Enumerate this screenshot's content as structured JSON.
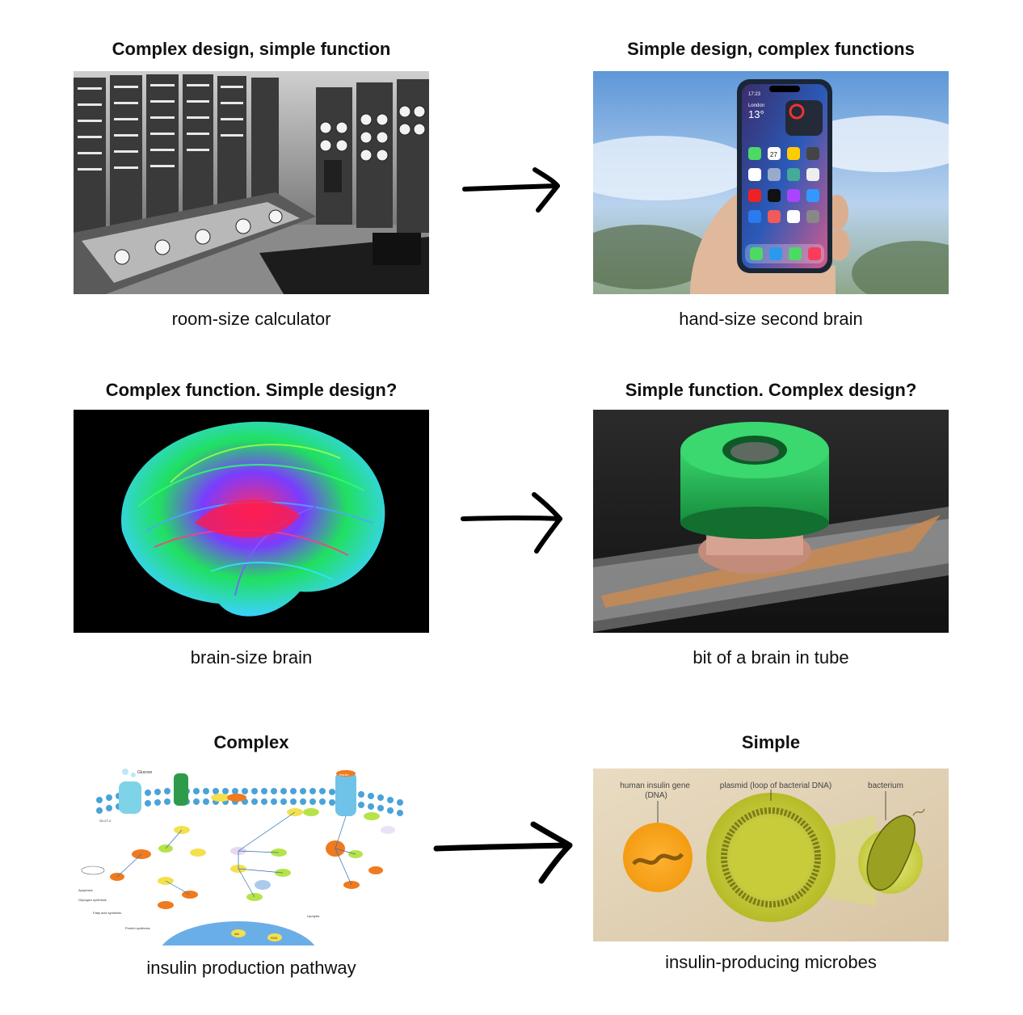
{
  "rows": [
    {
      "left": {
        "title": "Complex design, simple function",
        "caption": "room-size calculator",
        "image": "vintage-computer-photo"
      },
      "right": {
        "title": "Simple design, complex functions",
        "caption": "hand-size second brain",
        "image": "smartphone-photo"
      }
    },
    {
      "left": {
        "title": "Complex function. Simple design?",
        "caption": "brain-size brain",
        "image": "brain-tractography-image"
      },
      "right": {
        "title": "Simple function. Complex design?",
        "caption": "bit of a brain in tube",
        "image": "organoid-chip-photo"
      }
    },
    {
      "left": {
        "title": "Complex",
        "caption": "insulin production pathway",
        "image": "insulin-pathway-diagram"
      },
      "right": {
        "title": "Simple",
        "caption": "insulin-producing microbes",
        "image": "bacteria-plasmid-illustration"
      }
    }
  ],
  "illustration_labels": {
    "gene": "human insulin gene\n(DNA)",
    "plasmid": "plasmid (loop of bacterial DNA)",
    "bacterium": "bacterium"
  },
  "phone_ui": {
    "time": "17:23",
    "city": "London",
    "temp": "13°",
    "date": "27"
  },
  "pathway_labels": [
    "Glucose",
    "Insulin",
    "GLUT-4",
    "Apoptosis",
    "Glycogen synthesis",
    "Fatty acid synthesis",
    "Protein synthesis",
    "Akt",
    "SGK",
    "Lipolysis"
  ],
  "colors": {
    "arrow": "#000000",
    "cap_green": "#1fa84a",
    "plasmid": "#c9cc3a",
    "gene": "#f5a623"
  }
}
